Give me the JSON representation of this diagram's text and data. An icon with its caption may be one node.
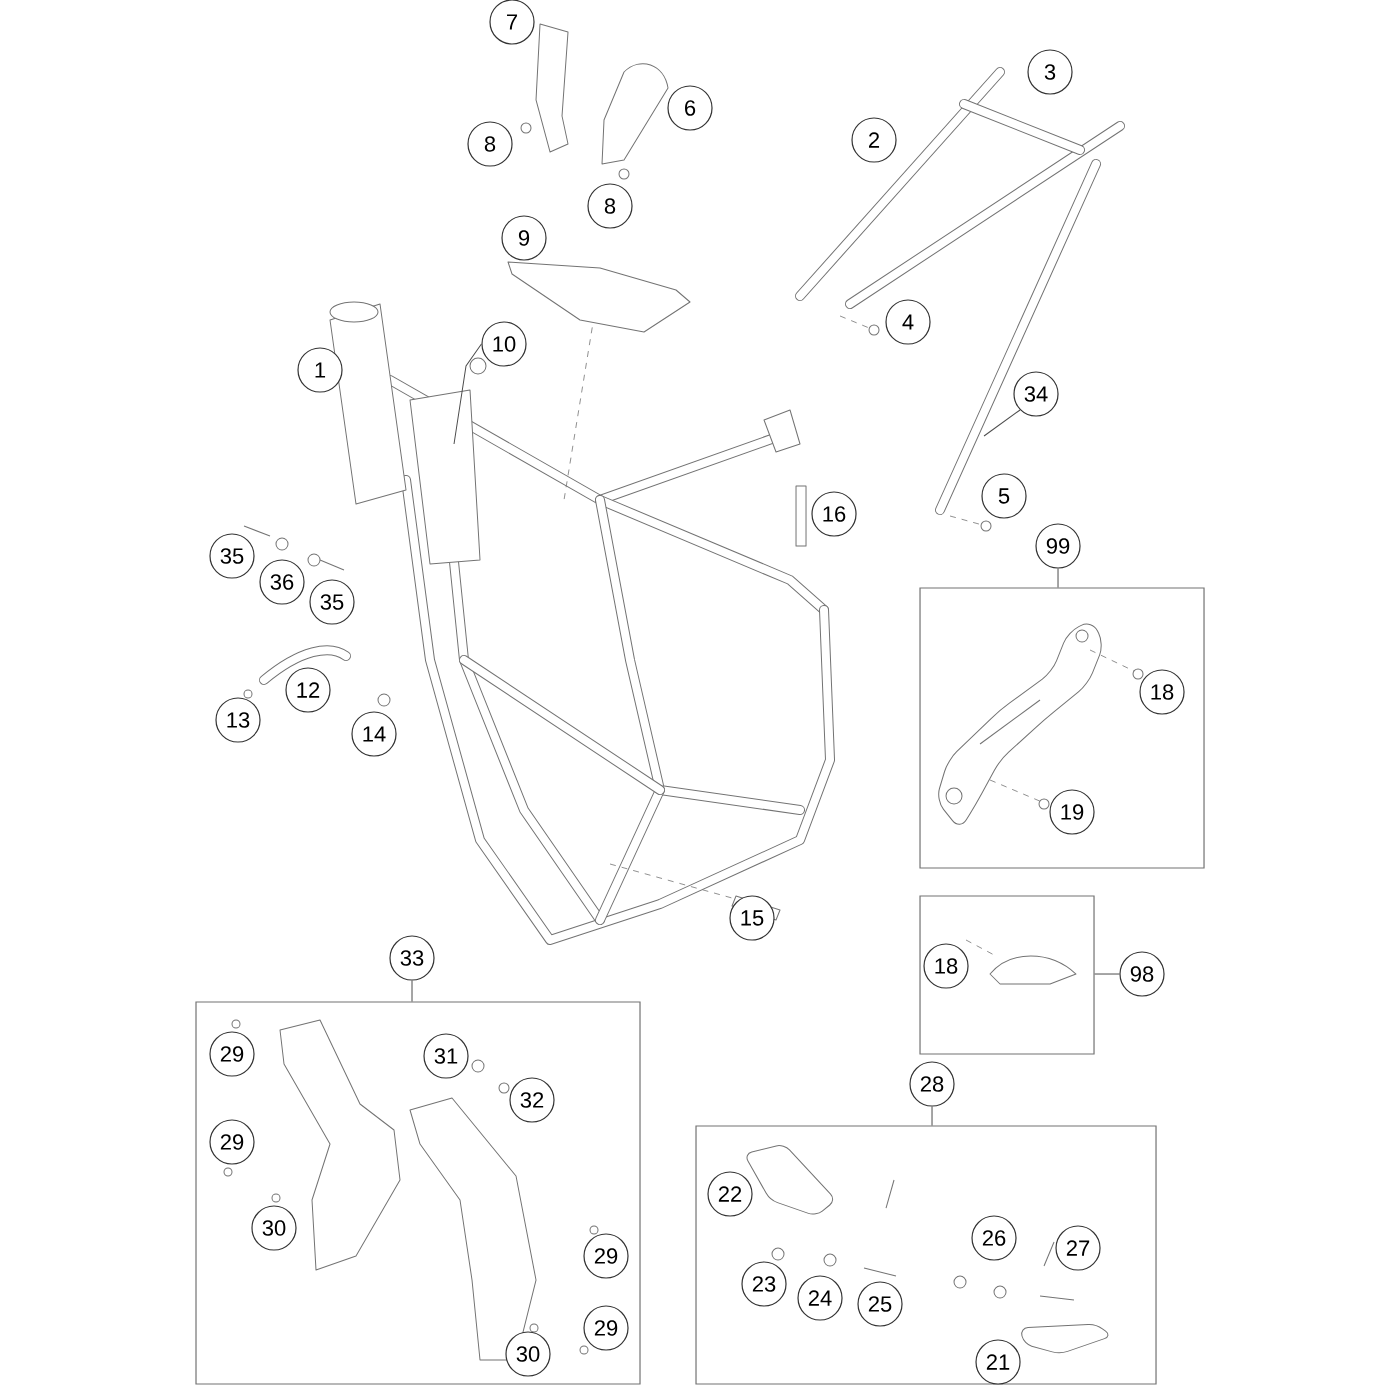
{
  "diagram": {
    "nodes": [
      {
        "text": [
          "7"
        ]
      },
      {
        "text": [
          "3"
        ]
      },
      {
        "text": [
          "6"
        ]
      },
      {
        "text": [
          "2"
        ]
      },
      {
        "text": [
          "8"
        ]
      },
      {
        "text": [
          "8"
        ]
      },
      {
        "text": [
          "9"
        ]
      },
      {
        "text": [
          "4"
        ]
      },
      {
        "text": [
          "10"
        ]
      },
      {
        "text": [
          "1"
        ]
      },
      {
        "text": [
          "34"
        ]
      },
      {
        "text": [
          "5"
        ]
      },
      {
        "text": [
          "16"
        ]
      },
      {
        "text": [
          "99"
        ]
      },
      {
        "text": [
          "35"
        ]
      },
      {
        "text": [
          "36"
        ]
      },
      {
        "text": [
          "35"
        ]
      },
      {
        "text": [],
        "shape": "box"
      },
      {
        "text": [
          "18"
        ],
        "in": 17
      },
      {
        "text": [
          "12"
        ]
      },
      {
        "text": [
          "13"
        ]
      },
      {
        "text": [
          "14"
        ]
      },
      {
        "text": [
          "19"
        ],
        "in": 17
      },
      {
        "text": [
          "15"
        ]
      },
      {
        "text": [
          "33"
        ]
      },
      {
        "text": [],
        "shape": "box"
      },
      {
        "text": [
          "18"
        ],
        "in": 25
      },
      {
        "text": [
          "98"
        ]
      },
      {
        "text": [],
        "shape": "box"
      },
      {
        "text": [
          "29"
        ],
        "in": 28
      },
      {
        "text": [
          "31"
        ],
        "in": 28
      },
      {
        "text": [
          "28"
        ]
      },
      {
        "text": [
          "32"
        ],
        "in": 28
      },
      {
        "text": [],
        "shape": "box"
      },
      {
        "text": [
          "29"
        ],
        "in": 28
      },
      {
        "text": [
          "22"
        ],
        "in": 33
      },
      {
        "text": [
          "30"
        ],
        "in": 28
      },
      {
        "text": [
          "26"
        ],
        "in": 33
      },
      {
        "text": [
          "27"
        ],
        "in": 33
      },
      {
        "text": [
          "29"
        ],
        "in": 28
      },
      {
        "text": [
          "23"
        ],
        "in": 33
      },
      {
        "text": [
          "24"
        ],
        "in": 33
      },
      {
        "text": [
          "25"
        ],
        "in": 33
      },
      {
        "text": [
          "29"
        ],
        "in": 28
      },
      {
        "text": [
          "30"
        ],
        "in": 28
      },
      {
        "text": [
          "21"
        ],
        "in": 33
      }
    ],
    "edges": [
      {
        "from": 13,
        "to": 17,
        "arrow": "none"
      },
      {
        "from": 27,
        "to": 25,
        "arrow": "none"
      },
      {
        "from": 24,
        "to": 28,
        "arrow": "none"
      },
      {
        "from": 31,
        "to": 33,
        "arrow": "none"
      },
      {
        "from": 8,
        "to": null,
        "arrow": "none"
      },
      {
        "from": 10,
        "to": null,
        "arrow": "none"
      }
    ]
  }
}
